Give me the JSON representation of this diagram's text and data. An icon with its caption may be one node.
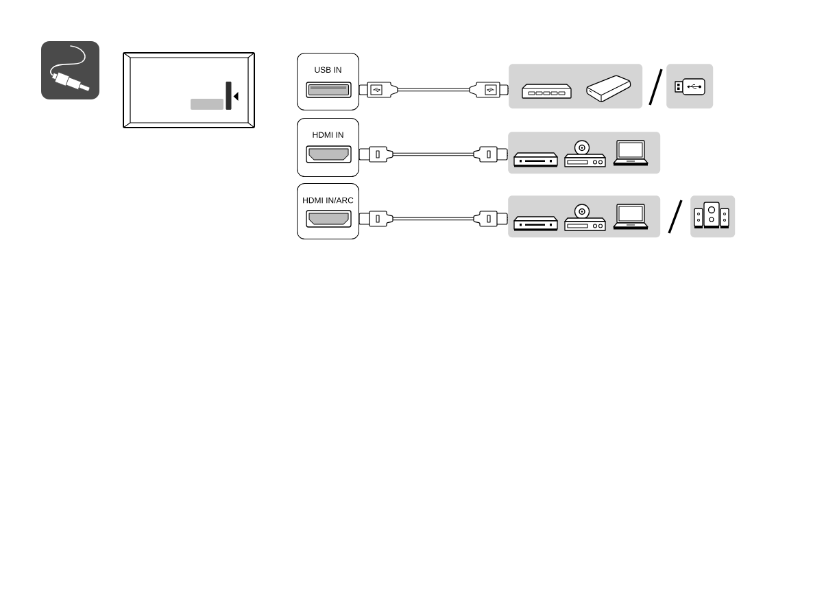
{
  "diagram": {
    "nodes": [
      {
        "text": [
          "USB IN"
        ]
      },
      {
        "text": [],
        "shape": "box"
      },
      {
        "text": [],
        "shape": "box"
      },
      {
        "text": [
          "HDMI IN"
        ]
      },
      {
        "text": [],
        "shape": "box"
      },
      {
        "text": [
          "HDMI IN/ARC"
        ]
      },
      {
        "text": [],
        "shape": "box"
      },
      {
        "text": [],
        "shape": "box"
      }
    ],
    "edges": [
      {
        "from": 0,
        "to": 1,
        "arrow": "other"
      },
      {
        "from": 3,
        "to": 4,
        "arrow": "other"
      },
      {
        "from": 5,
        "to": 6,
        "arrow": "other"
      }
    ]
  }
}
